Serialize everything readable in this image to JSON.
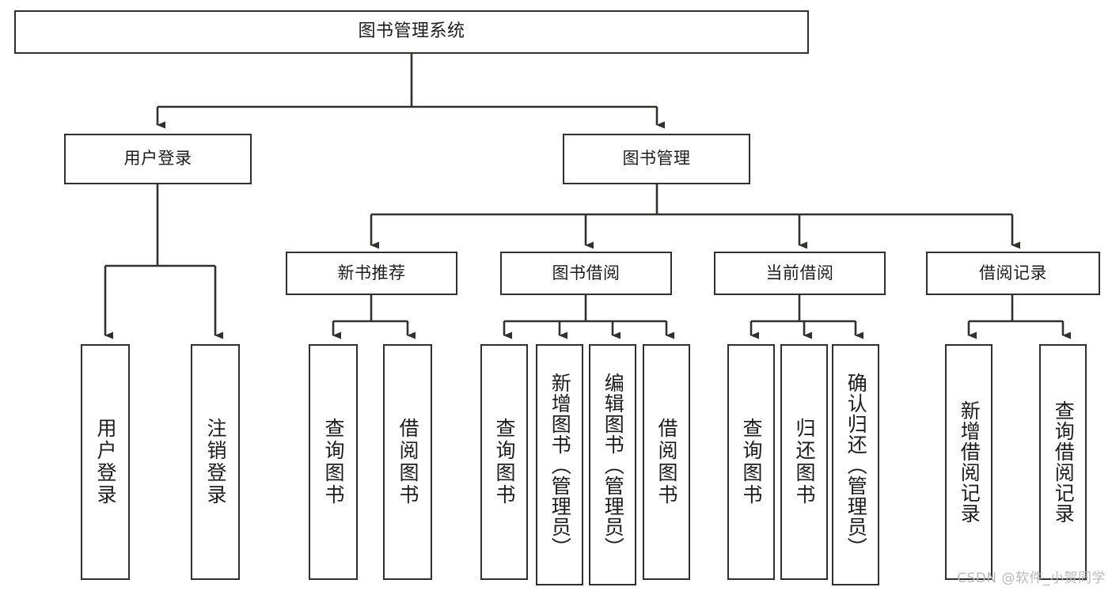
{
  "diagram": {
    "title": "图书管理系统",
    "type": "tree-hierarchy",
    "stroke_color": "#30302f",
    "background_color": "#ffffff",
    "text_color": "#1c1c1c",
    "nodes": {
      "root": {
        "label": "图书管理系统",
        "level": 1
      },
      "l2": [
        {
          "id": "user-login",
          "label": "用户登录"
        },
        {
          "id": "book-manage",
          "label": "图书管理"
        }
      ],
      "l3": [
        {
          "id": "new-book-recommend",
          "label": "新书推荐"
        },
        {
          "id": "book-borrow",
          "label": "图书借阅"
        },
        {
          "id": "current-borrow",
          "label": "当前借阅"
        },
        {
          "id": "borrow-record",
          "label": "借阅记录"
        }
      ],
      "leaves": [
        {
          "id": "leaf-user-login",
          "label": "用户登录",
          "parent": "user-login"
        },
        {
          "id": "leaf-user-logout",
          "label": "注销登录",
          "parent": "user-login"
        },
        {
          "id": "leaf-query-book-1",
          "label": "查询图书",
          "parent": "new-book-recommend"
        },
        {
          "id": "leaf-borrow-book-1",
          "label": "借阅图书",
          "parent": "new-book-recommend"
        },
        {
          "id": "leaf-query-book-2",
          "label": "查询图书",
          "parent": "book-borrow"
        },
        {
          "id": "leaf-add-book",
          "label": "新增图书（管理员）",
          "parent": "book-borrow"
        },
        {
          "id": "leaf-edit-book",
          "label": "编辑图书（管理员）",
          "parent": "book-borrow"
        },
        {
          "id": "leaf-borrow-book-2",
          "label": "借阅图书",
          "parent": "book-borrow"
        },
        {
          "id": "leaf-query-book-3",
          "label": "查询图书",
          "parent": "current-borrow"
        },
        {
          "id": "leaf-return-book",
          "label": "归还图书",
          "parent": "current-borrow"
        },
        {
          "id": "leaf-confirm-return",
          "label": "确认归还（管理员）",
          "parent": "current-borrow"
        },
        {
          "id": "leaf-add-record",
          "label": "新增借阅记录",
          "parent": "borrow-record"
        },
        {
          "id": "leaf-query-record",
          "label": "查询借阅记录",
          "parent": "borrow-record"
        }
      ]
    }
  },
  "watermark": {
    "text": "CSDN @软件_小贺同学"
  }
}
